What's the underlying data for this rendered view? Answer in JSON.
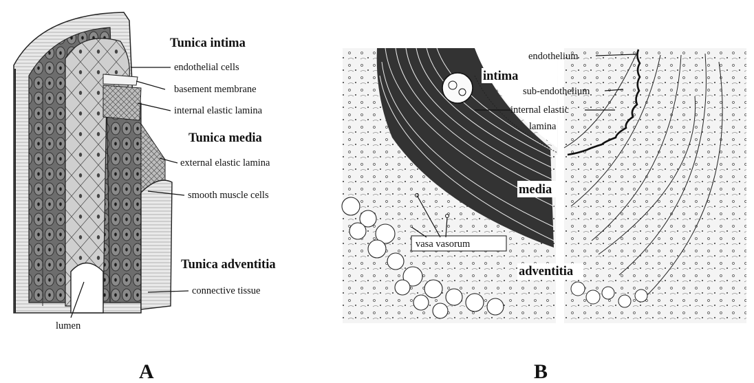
{
  "panel_a": {
    "panel_letter": "A",
    "headings": {
      "intima": "Tunica intima",
      "media": "Tunica media",
      "adventitia": "Tunica adventitia"
    },
    "labels": {
      "endothelial_cells": "endothelial cells",
      "basement_membrane": "basement membrane",
      "internal_elastic_lamina": "internal elastic lamina",
      "external_elastic_lamina": "external elastic lamina",
      "smooth_muscle_cells": "smooth muscle cells",
      "connective_tissue": "connective tissue",
      "lumen": "lumen"
    }
  },
  "panel_b": {
    "panel_letter": "B",
    "labels": {
      "endothelium": "endothelium",
      "intima": "intima",
      "sub_endothelium": "sub-endothelium",
      "internal_elastic_1": "internal elastic",
      "internal_elastic_2": "lamina",
      "media": "media",
      "vasa_vasorum": "vasa vasorum",
      "adventitia": "adventitia"
    }
  }
}
